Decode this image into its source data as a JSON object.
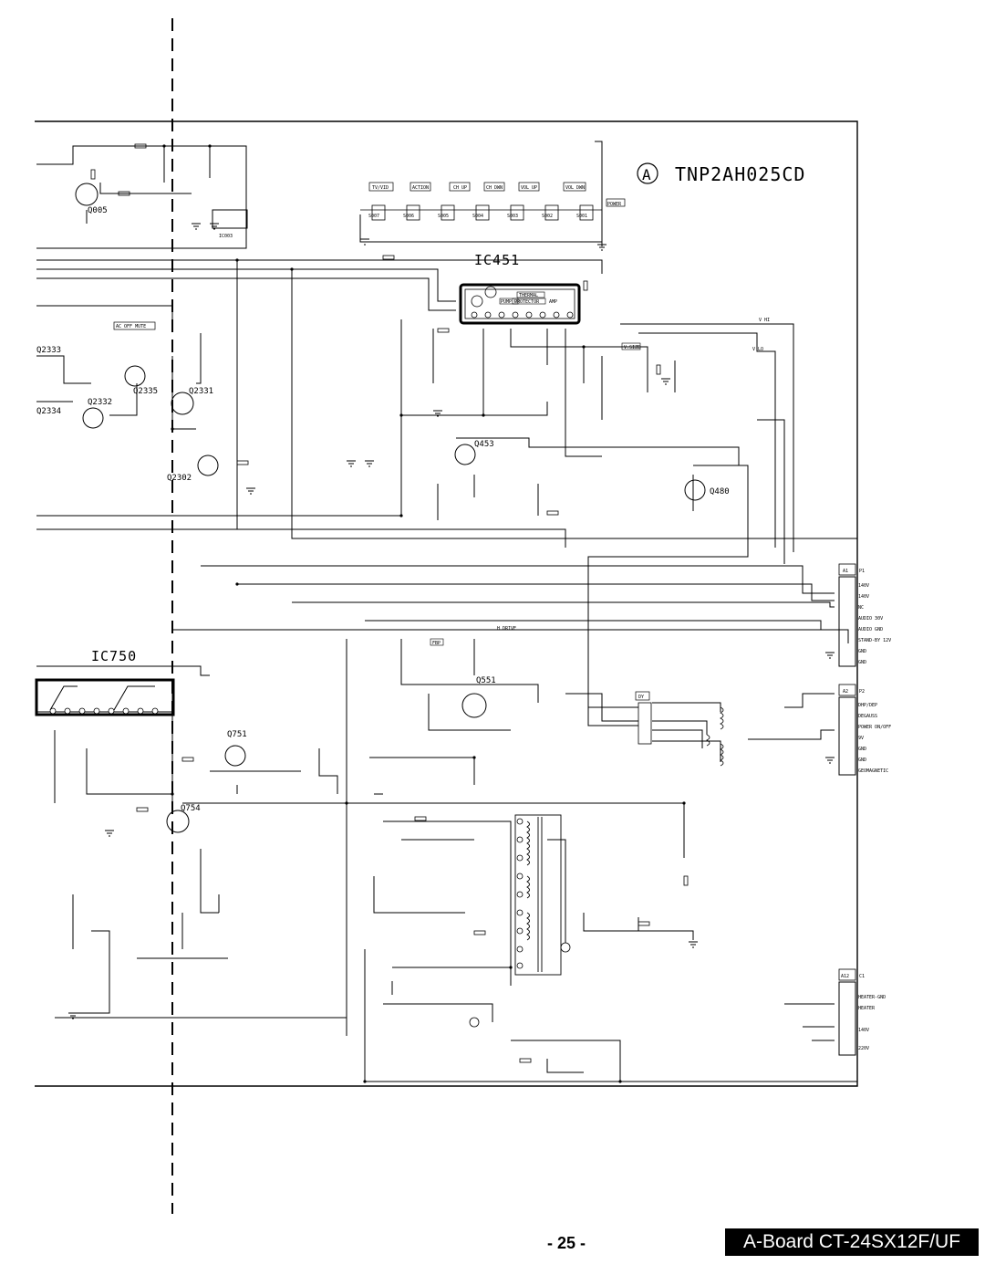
{
  "board_code": "TNP2AH025CD",
  "board_letter": "A",
  "ics": {
    "keypad_ic": "IC451",
    "audio_ic": "IC750",
    "ic003": "IC003"
  },
  "transistors": [
    "Q005",
    "Q2333",
    "Q2332",
    "Q2334",
    "Q2335",
    "Q2331",
    "Q2302",
    "Q453",
    "Q480",
    "Q551",
    "Q751",
    "Q754"
  ],
  "keys": [
    "TV/VID",
    "ACTION",
    "CH UP",
    "CH DWN",
    "VOL UP",
    "VOL DWN",
    "POWER"
  ],
  "switches": [
    "S007",
    "S006",
    "S005",
    "S004",
    "S003",
    "S002",
    "S001"
  ],
  "small_labels": {
    "ac_off_mute": "AC OFF MUTE",
    "thermal": "THERMAL",
    "pump_up": "PUMP UP",
    "protector": "PROTECTOR",
    "amp": "AMP",
    "h_drive": "H DRIVE",
    "v_hi": "V HI",
    "v_lo": "V LO",
    "dy": "DY",
    "fbp": "FBP",
    "v_size": "V.SIZE"
  },
  "connectors": [
    {
      "name": "A1",
      "ref": "P1",
      "pins": [
        "140V",
        "140V",
        "NC",
        "AUDIO 30V",
        "AUDIO GND",
        "STAND-BY 12V",
        "GND",
        "GND"
      ]
    },
    {
      "name": "A2",
      "ref": "P2",
      "pins": [
        "DHP/DEP",
        "DEGAUSS",
        "POWER ON/OFF",
        "9V",
        "GND",
        "GND",
        "GEOMAGNETIC"
      ]
    },
    {
      "name": "A12",
      "ref": "C1",
      "pins": [
        "HEATER-GND",
        "HEATER",
        "",
        "140V",
        "220V"
      ]
    }
  ],
  "page_number": "- 25 -",
  "board_title": "A-Board CT-24SX12F/UF"
}
